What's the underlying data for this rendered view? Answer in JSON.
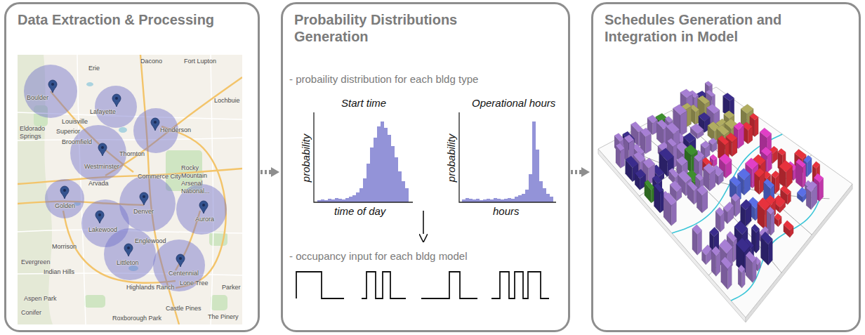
{
  "diagram": {
    "nodes": [
      {
        "text": [
          "Data Extraction & Processing"
        ]
      },
      {
        "text": [
          "Probability Distributions Generation"
        ]
      },
      {
        "text": [
          "Schedules Generation and Integration in Model"
        ]
      }
    ],
    "edges": [
      {
        "from": 0,
        "to": 1,
        "arrow": "to"
      },
      {
        "from": 1,
        "to": 2,
        "arrow": "to"
      }
    ],
    "labels": [
      "Dacono",
      "Fort Lupton",
      "Erie",
      "Lochbuie",
      "Boulder",
      "Lafayette",
      "Louisville",
      "Eldorado Springs",
      "Superior",
      "Broomfield",
      "Henderson",
      "Thornton",
      "Westminster",
      "Commerce City",
      "Rocky Mountain Arsenal National...",
      "Arvada",
      "Golden",
      "Denver",
      "Aurora",
      "Lakewood",
      "Morrison",
      "Englewood",
      "Evergreen",
      "Indian Hills",
      "Littleton",
      "Centennial",
      "Highlands Ranch",
      "Lone Tree",
      "Parker",
      "Aspen Park",
      "Conifer",
      "Roxborough Park",
      "Castle Pines",
      "The Pinery",
      "- probaility distribution for each bldg type",
      "Start time",
      "probability",
      "time of day",
      "Operational hours",
      "probability",
      "hours",
      "- occupancy input for each bldg model"
    ]
  }
}
